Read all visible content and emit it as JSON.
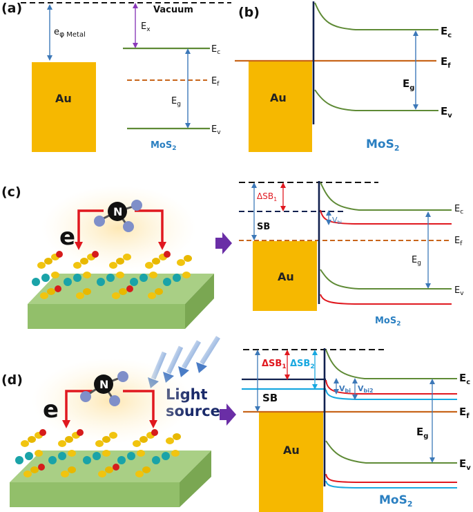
{
  "colors": {
    "gold": "#f6b800",
    "green": "#5e8a35",
    "orange": "#c8651a",
    "red": "#e0181f",
    "navy": "#10204e",
    "cyan": "#18a8e0",
    "blue_text": "#2a7fc1",
    "violet": "#8a3ab9",
    "purple_arrow": "#6a2ea6",
    "arrow_blue": "#3c78b8",
    "substrate": "#a9cf85"
  },
  "panels": {
    "a": {
      "label": "(a)",
      "vacuum": "Vacuum",
      "work_fn_e": "e",
      "work_fn_phi": "φ",
      "work_fn_sub": "Metal",
      "ex": "E",
      "ex_sub": "x",
      "au": "Au",
      "ec": "E",
      "ec_sub": "c",
      "ef": "E",
      "ef_sub": "f",
      "eg": "E",
      "eg_sub": "g",
      "ev": "E",
      "ev_sub": "v",
      "mos": "MoS",
      "mos_sub": "2"
    },
    "b": {
      "label": "(b)",
      "au": "Au",
      "ec": "E",
      "ec_sub": "c",
      "ef": "E",
      "ef_sub": "f",
      "eg": "E",
      "eg_sub": "g",
      "ev": "E",
      "ev_sub": "v",
      "mos": "MoS",
      "mos_sub": "2"
    },
    "c": {
      "label": "(c)",
      "electron": "e",
      "molecule": "N",
      "delta_sb": "ΔSB",
      "delta_sb_sub": "1",
      "vbi": "V",
      "vbi_sub": "bi",
      "sb": "SB",
      "au": "Au",
      "ec": "E",
      "ec_sub": "c",
      "ef": "E",
      "ef_sub": "f",
      "eg": "E",
      "eg_sub": "g",
      "ev": "E",
      "ev_sub": "v",
      "mos": "MoS",
      "mos_sub": "2"
    },
    "d": {
      "label": "(d)",
      "electron": "e",
      "molecule": "N",
      "light_line1": "Light",
      "light_line2": "source",
      "delta_sb1": "ΔSB",
      "delta_sb1_sub": "1",
      "delta_sb2": "ΔSB",
      "delta_sb2_sub": "2",
      "vbi1": "V",
      "vbi1_sub": "bi",
      "vbi2": "V",
      "vbi2_sub": "bi2",
      "sb": "SB",
      "au": "Au",
      "ec": "E",
      "ec_sub": "c",
      "ef": "E",
      "ef_sub": "f",
      "eg": "E",
      "eg_sub": "g",
      "ev": "E",
      "ev_sub": "v",
      "mos": "MoS",
      "mos_sub": "2"
    }
  }
}
